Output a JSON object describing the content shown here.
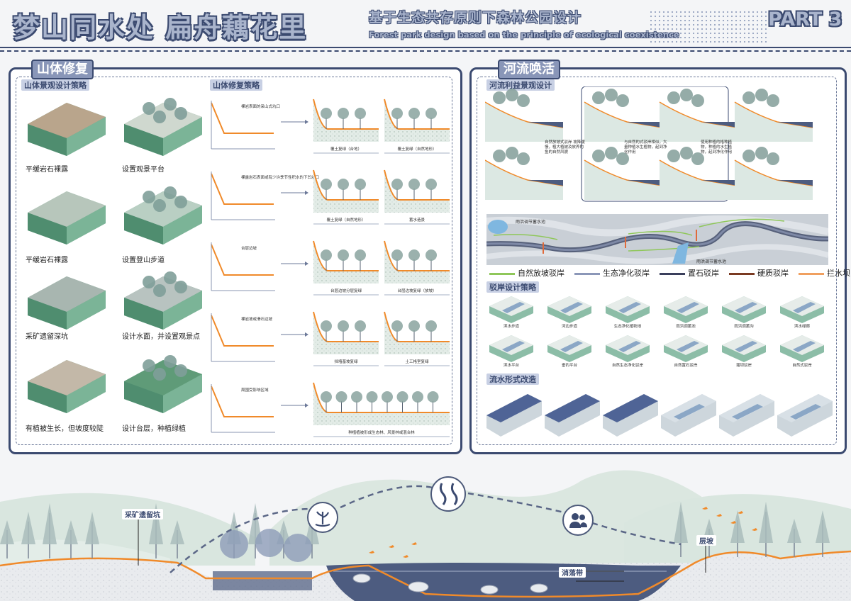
{
  "header": {
    "title": "梦山同水处 扁舟藕花里",
    "subtitle_cn": "基于生态共存原则下森林公园设计",
    "subtitle_en": "Forest park design based on the principle of ecological coexistence",
    "part": "PART 3"
  },
  "left_panel": {
    "heading": "山体修复",
    "landscape_title": "山体景观设计策略",
    "restore_title": "山体修复策略",
    "captions": [
      "平缓岩石裸露",
      "设置观景平台",
      "平缓岩石裸露",
      "设置登山步道",
      "采矿遗留深坑",
      "设计水面，并设置观景点",
      "有植被生长，但坡度较陡",
      "设计台层，种植绿植"
    ],
    "rows": [
      {
        "left_note": "裸岩表面的采山式坑口",
        "results": [
          "覆土复绿（台地）",
          "覆土复绿（自然地形）"
        ]
      },
      {
        "left_note": "裸露岩石表面或有少许季节性积水的下凹坑口",
        "results": [
          "覆土复绿（自然地形）",
          "蓄水造景"
        ]
      },
      {
        "left_note": "台层边坡",
        "results": [
          "台层边坡分层复绿",
          "台层边坡复绿（放坡）"
        ]
      },
      {
        "left_note": "裸岩坡或滑石边坡",
        "results": [
          "挡墙基坡复绿",
          "土工格室复绿"
        ]
      },
      {
        "left_note": "周围受影响区域",
        "results": [
          "种植植被形成生态林、风景林或混合林"
        ]
      }
    ]
  },
  "right_panel": {
    "heading": "河流唤活",
    "river_title": "河流利益景观设计",
    "notes": [
      "自然放坡式驳岸 坡降缓慢，植大植被及放养的鱼的自然风貌",
      "与自然的式驳岸相似，大量种植水生植物，起到净化作用",
      "使用种植的格种植物，种植的水生植物，起到净化作用"
    ],
    "map_labels": [
      "雨洪调节蓄水池",
      "雨洪调节蓄水池"
    ],
    "legend": [
      "自然放坡驳岸",
      "生态净化驳岸",
      "置石驳岸",
      "硬质驳岸",
      "拦水坝"
    ],
    "legend_colors": [
      "#8fc75a",
      "#8b97b8",
      "#3a3f5c",
      "#7a3a22",
      "#f0a060"
    ],
    "bank_title": "驳岸设计策略",
    "bank_items": [
      "滨水步道",
      "河边步道",
      "生态净化植物池",
      "雨洪调蓄池",
      "雨洪调蓄沟",
      "滨水绿廊",
      "滨水平台",
      "垂钓平台",
      "自然生态净化驳岸",
      "自然置石驳岸",
      "堰坝驳岸",
      "自然式驳岸"
    ],
    "flow_title": "流水形式改造"
  },
  "section": {
    "labels": [
      "采矿遗留坑",
      "消落带",
      "层坡"
    ],
    "icons": [
      "tree-hand-icon",
      "river-icon",
      "people-icon"
    ]
  }
}
